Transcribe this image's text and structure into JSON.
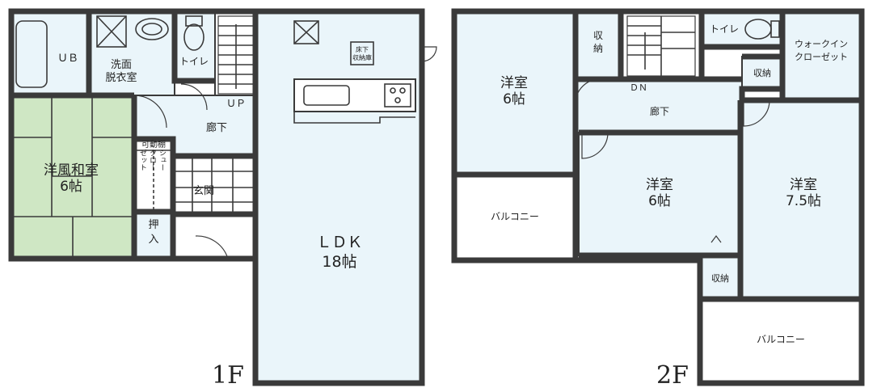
{
  "floor1": {
    "label": "1F",
    "rooms": {
      "ub": "ＵＢ",
      "washroom_line1": "洗面",
      "washroom_line2": "脱衣室",
      "toilet": "トイレ",
      "up": "ＵＰ",
      "hall": "廊下",
      "japanese_line1": "洋風和室",
      "japanese_line2": "6帖",
      "movable_shelf": "可動棚",
      "shoe_col1": "シュー",
      "shoe_col2": "クロー",
      "shoe_col3": "ゼット",
      "genkan": "玄関",
      "oshiire_line1": "押",
      "oshiire_line2": "入",
      "underfloor_line1": "床下",
      "underfloor_line2": "収納庫",
      "ldk_line1": "ＬＤＫ",
      "ldk_line2": "18帖"
    }
  },
  "floor2": {
    "label": "2F",
    "rooms": {
      "western_a_line1": "洋室",
      "western_a_line2": "6帖",
      "storage_a_line1": "収",
      "storage_a_line2": "納",
      "dn": "ＤＮ",
      "toilet": "トイレ",
      "wic_line1": "ウォークイン",
      "wic_line2": "クローゼット",
      "storage_b": "収納",
      "hall": "廊下",
      "balcony_a": "バルコニー",
      "western_b_line1": "洋室",
      "western_b_line2": "6帖",
      "western_c_line1": "洋室",
      "western_c_line2": "7.5帖",
      "storage_c": "収納",
      "balcony_b": "バルコニー"
    }
  },
  "colors": {
    "room_fill": "#eaf5fa",
    "tatami_fill": "#cfe7c4",
    "wall": "#3a3a3a"
  }
}
